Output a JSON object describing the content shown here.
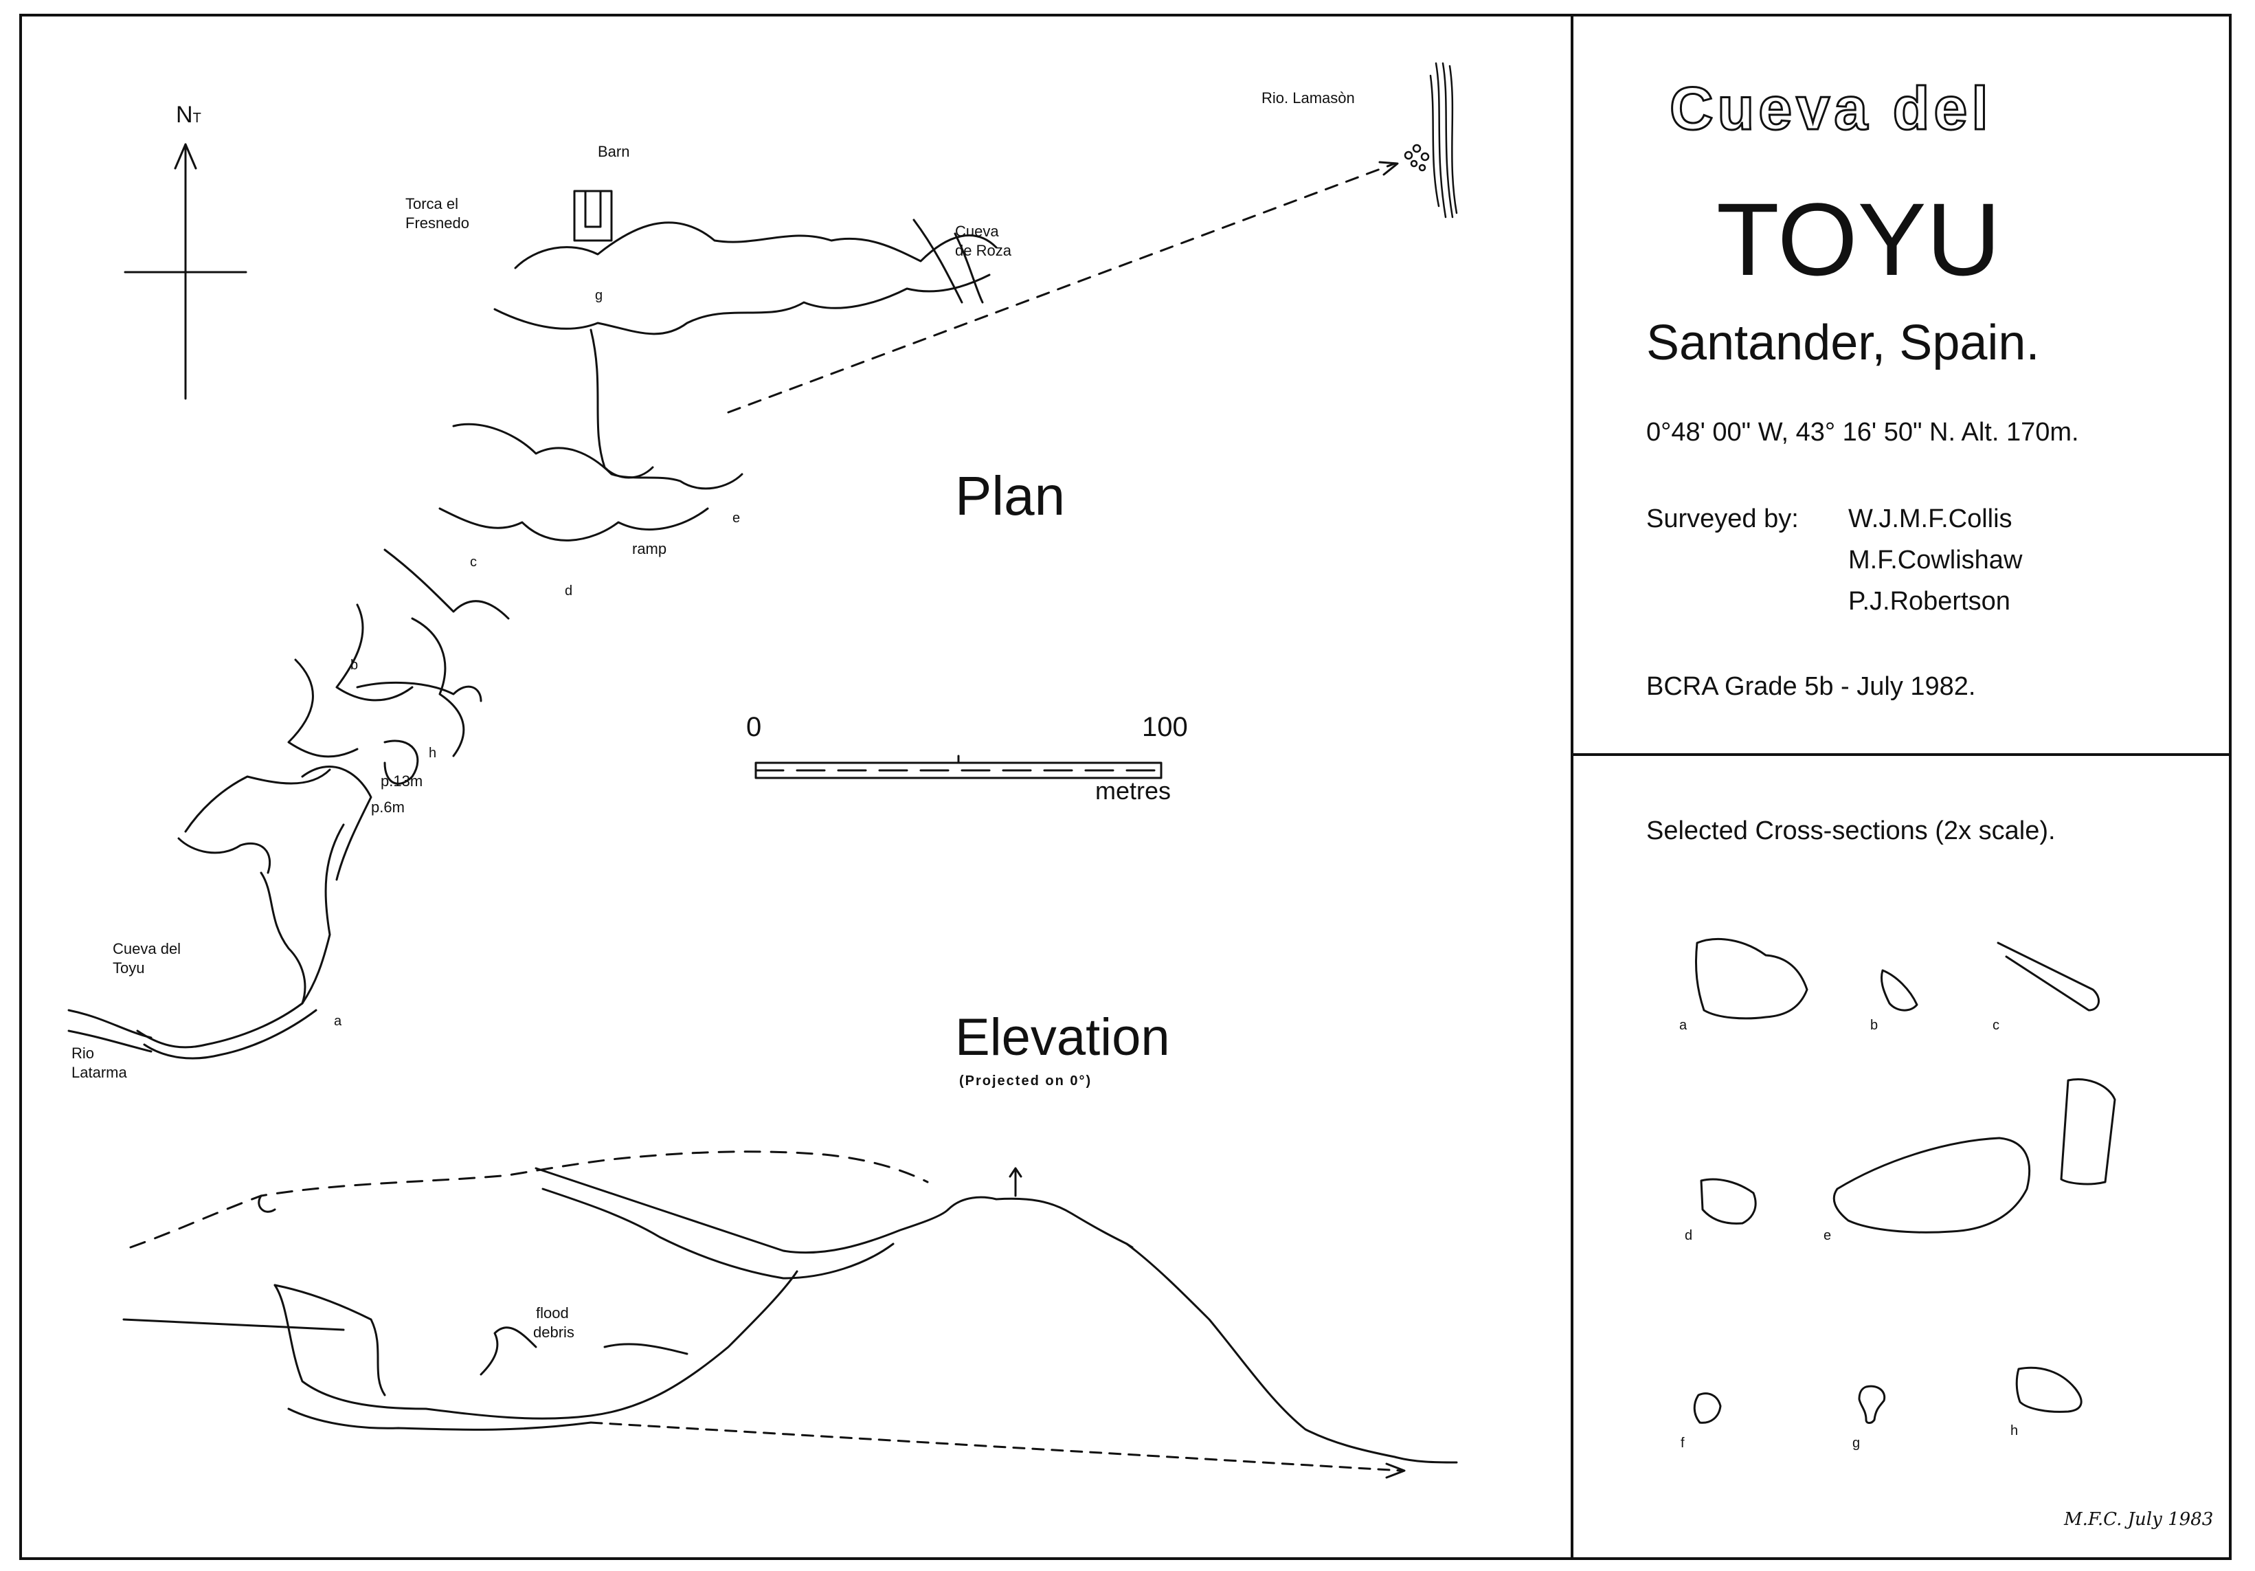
{
  "title": {
    "line1": "Cueva del",
    "line2": "TOYU",
    "location": "Santander, Spain.",
    "coords": "0°48' 00\" W, 43° 16' 50\" N. Alt. 170m."
  },
  "survey": {
    "surveyed_by_label": "Surveyed by:",
    "surveyors": [
      "W.J.M.F.Collis",
      "M.F.Cowlishaw",
      "P.J.Robertson"
    ],
    "grade": "BCRA Grade 5b - July 1982."
  },
  "cross_sections": {
    "heading": "Selected Cross-sections (2x scale).",
    "labels": [
      "a",
      "b",
      "c",
      "d",
      "e",
      "f",
      "g",
      "h"
    ]
  },
  "signature": "M.F.C. July 1983",
  "north_arrow": {
    "label_main": "N",
    "label_sub": "T"
  },
  "plan": {
    "title": "Plan",
    "labels": {
      "barn": "Barn",
      "torca_1": "Torca el",
      "torca_2": "Fresnedo",
      "rio_lamason": "Rio. Lamasòn",
      "cueva_roza_1": "Cueva",
      "cueva_roza_2": "de Roza",
      "ramp": "ramp",
      "p13": "p.13m",
      "p6": "p.6m",
      "cueva_toyu_1": "Cueva del",
      "cueva_toyu_2": "Toyu",
      "rio_latarma_1": "Rio",
      "rio_latarma_2": "Latarma"
    },
    "section_marks": [
      "a",
      "b",
      "c",
      "d",
      "e",
      "g",
      "h"
    ]
  },
  "scale_bar": {
    "start": "0",
    "end": "100",
    "unit": "metres"
  },
  "elevation": {
    "title": "Elevation",
    "subtitle": "(Projected on 0°)",
    "flood_1": "flood",
    "flood_2": "debris"
  }
}
